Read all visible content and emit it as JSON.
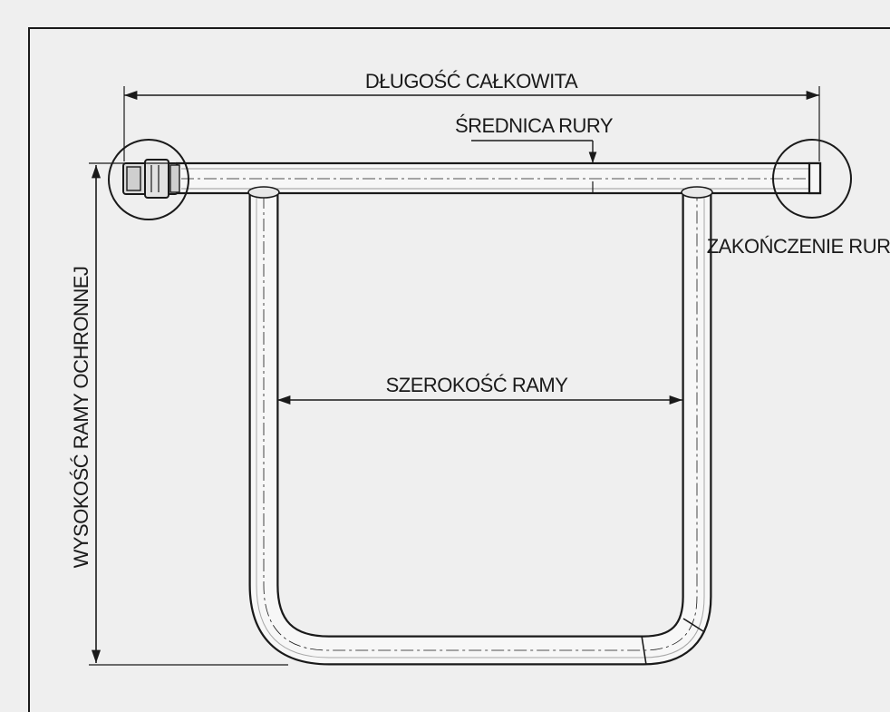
{
  "labels": {
    "total_length": "DŁUGOŚĆ CAŁKOWITA",
    "tube_diameter": "ŚREDNICA RURY",
    "tube_end": "ZAKOŃCZENIE RURY",
    "frame_width": "SZEROKOŚĆ RAMY",
    "guard_frame_height": "WYSOKOŚĆ RAMY OCHRONNEJ"
  },
  "colors": {
    "paper": "#efefef",
    "line": "#1a1a1a"
  }
}
